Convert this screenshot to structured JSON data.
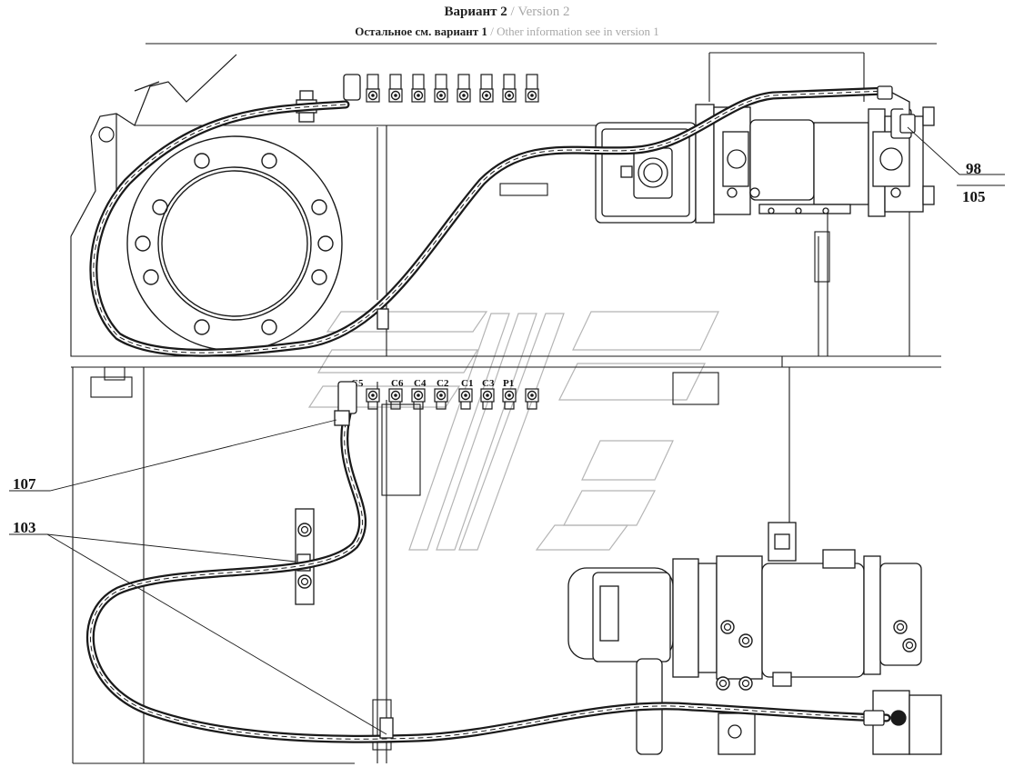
{
  "header": {
    "title_ru": "Вариант 2",
    "title_sep": " / ",
    "title_en": "Version 2",
    "subtitle_ru": "Остальное см. вариант 1",
    "subtitle_sep": " / ",
    "subtitle_en": "Other information see in version 1"
  },
  "callouts": {
    "c98": "98",
    "c105": "105",
    "c107": "107",
    "c103": "103"
  },
  "ports": {
    "c5": "C5",
    "c6": "C6",
    "c4": "C4",
    "c2": "C2",
    "c1": "C1",
    "c3": "C3",
    "p1": "P1"
  },
  "colors": {
    "line": "#1a1a1a",
    "watermark": "#b5b5b5",
    "secondary_text": "#a8a8a8"
  }
}
